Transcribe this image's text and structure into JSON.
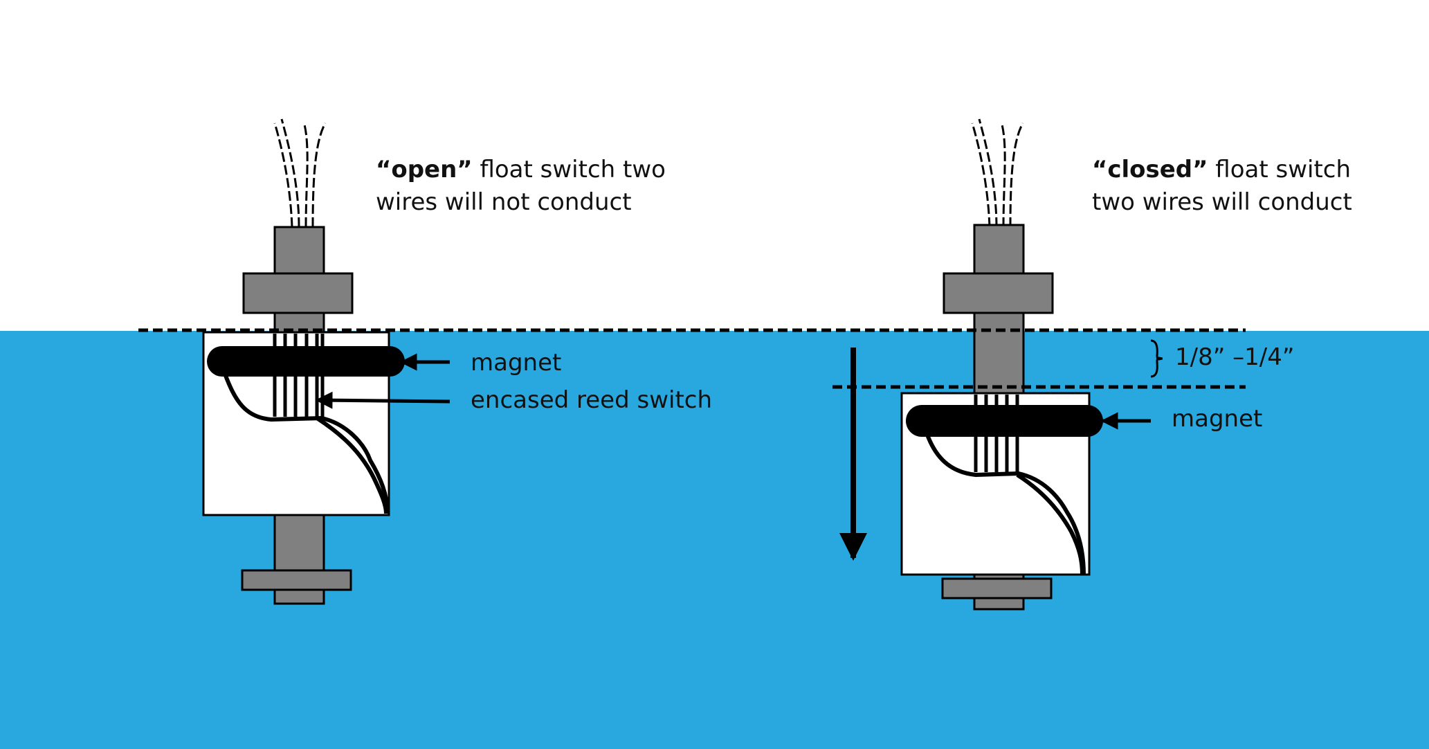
{
  "diagram": {
    "colors": {
      "water": "#29a8e0",
      "stem": "#808080",
      "float_body": "#ffffff",
      "line": "#000000"
    },
    "left": {
      "title_quote": "“open”",
      "title_rest": " float switch two",
      "title_line2": "wires will not conduct",
      "magnet_label": "magnet",
      "reed_label": "encased reed switch"
    },
    "right": {
      "title_quote": "“closed”",
      "title_rest": " float switch",
      "title_line2": "two wires will conduct",
      "drop_label": "1/8” –1/4”",
      "magnet_label": "magnet"
    }
  }
}
